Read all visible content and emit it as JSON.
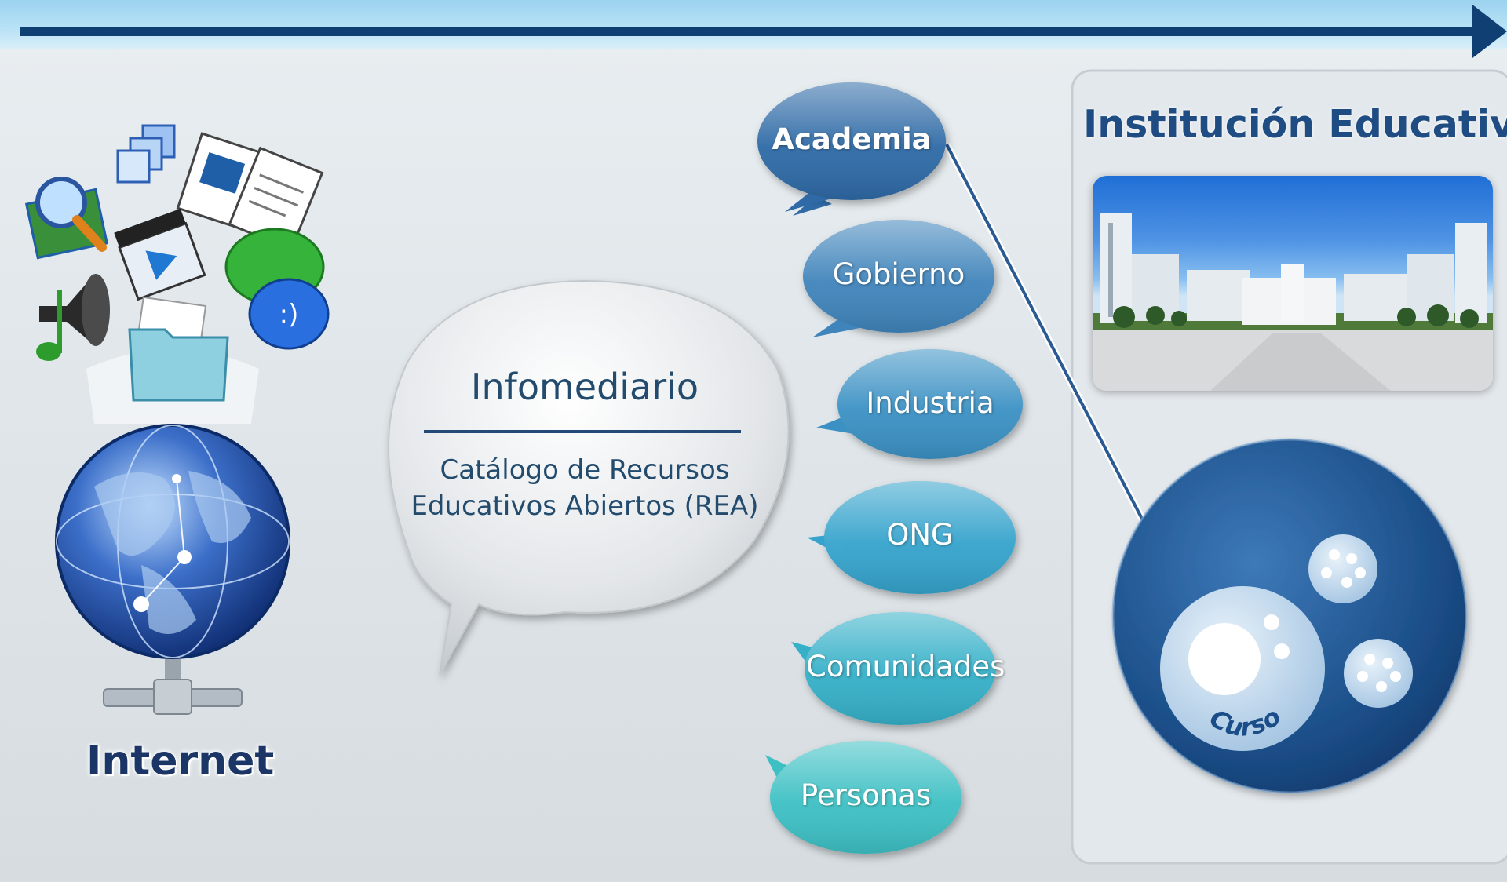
{
  "internet": {
    "label": "Internet"
  },
  "infomediario": {
    "title": "Infomediario",
    "description": "Catálogo de Recursos Educativos Abiertos (REA)"
  },
  "actors": [
    {
      "label": "Academia",
      "color": "#2f6aa6"
    },
    {
      "label": "Gobierno",
      "color": "#3f84bb"
    },
    {
      "label": "Industria",
      "color": "#3b91c4"
    },
    {
      "label": "ONG",
      "color": "#36a3cc"
    },
    {
      "label": "Comunidades",
      "color": "#35b0c8"
    },
    {
      "label": "Personas",
      "color": "#3cc0c4"
    }
  ],
  "institution": {
    "title": "Institución Educativa",
    "course_label": "Curso"
  },
  "colors": {
    "timeline_arrow": "#0f3f73",
    "panel_border": "#c5ccd2",
    "circle_dark": "#1b4e88",
    "circle_light": "#cfe1f1"
  }
}
